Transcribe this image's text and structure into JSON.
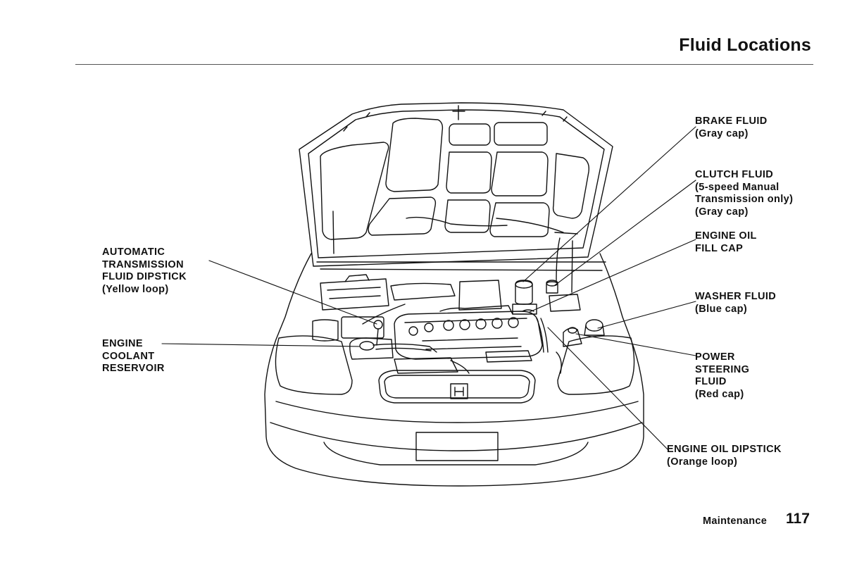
{
  "header": {
    "title": "Fluid Locations"
  },
  "callouts": {
    "brake_fluid": {
      "line1": "BRAKE FLUID",
      "line2": "(Gray cap)"
    },
    "clutch_fluid": {
      "line1": "CLUTCH FLUID",
      "line2": "(5-speed Manual",
      "line3": "Transmission only)",
      "line4": "(Gray cap)"
    },
    "engine_oil_fill_cap": {
      "line1": "ENGINE OIL",
      "line2": "FILL CAP"
    },
    "washer_fluid": {
      "line1": "WASHER FLUID",
      "line2": "(Blue cap)"
    },
    "power_steering_fluid": {
      "line1": "POWER",
      "line2": "STEERING",
      "line3": "FLUID",
      "line4": "(Red cap)"
    },
    "engine_oil_dipstick": {
      "line1": "ENGINE OIL DIPSTICK",
      "line2": "(Orange loop)"
    },
    "atf_dipstick": {
      "line1": "AUTOMATIC",
      "line2": "TRANSMISSION",
      "line3": "FLUID DIPSTICK",
      "line4": "(Yellow loop)"
    },
    "engine_coolant": {
      "line1": "ENGINE",
      "line2": "COOLANT",
      "line3": "RESERVOIR"
    }
  },
  "footer": {
    "section": "Maintenance",
    "page_number": "117"
  }
}
